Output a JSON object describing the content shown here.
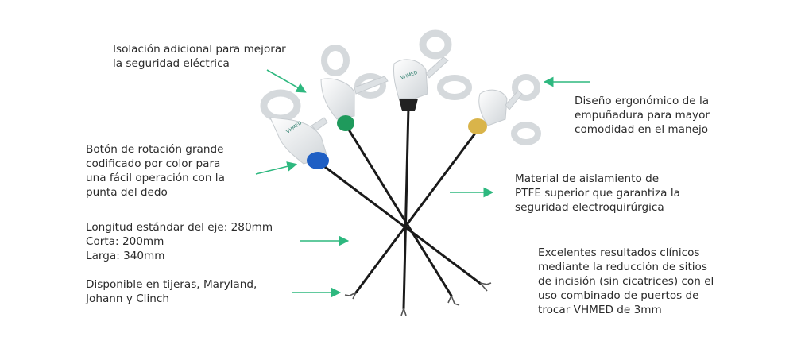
{
  "callouts": {
    "insulation": [
      "Isolación adicional para mejorar",
      "la seguridad eléctrica"
    ],
    "rotation_button": [
      "Botón de rotación grande",
      "codificado por color para",
      "una fácil operación con la",
      "punta del dedo"
    ],
    "shaft_length": [
      "Longitud estándar del eje: 280mm",
      "Corta: 200mm",
      "Larga: 340mm"
    ],
    "tips": [
      "Disponible en tijeras, Maryland,",
      "Johann y Clinch"
    ],
    "ergonomic": [
      "Diseño ergonómico de la",
      "empuñadura para mayor",
      "comodidad en el manejo"
    ],
    "ptfe": [
      "Material de aislamiento de",
      "PTFE superior que garantiza la",
      "seguridad electroquirúrgica"
    ],
    "clinical": [
      "Excelentes resultados clínicos",
      "mediante la reducción de sitios",
      "de incisión (sin cicatrices) con el",
      "uso combinado de puertos de",
      "trocar VHMED de 3mm"
    ]
  },
  "colors": {
    "arrow": "#2eb87f",
    "knob_blue": "#1f5fc4",
    "knob_green": "#1f9a5c",
    "knob_black": "#222222",
    "knob_gold": "#d9b44a",
    "shaft": "#1a1a1a",
    "handle": "#eef0f1"
  },
  "icons": [
    "arrow-right-icon",
    "arrow-left-icon",
    "laparoscopic-instrument-icon"
  ]
}
